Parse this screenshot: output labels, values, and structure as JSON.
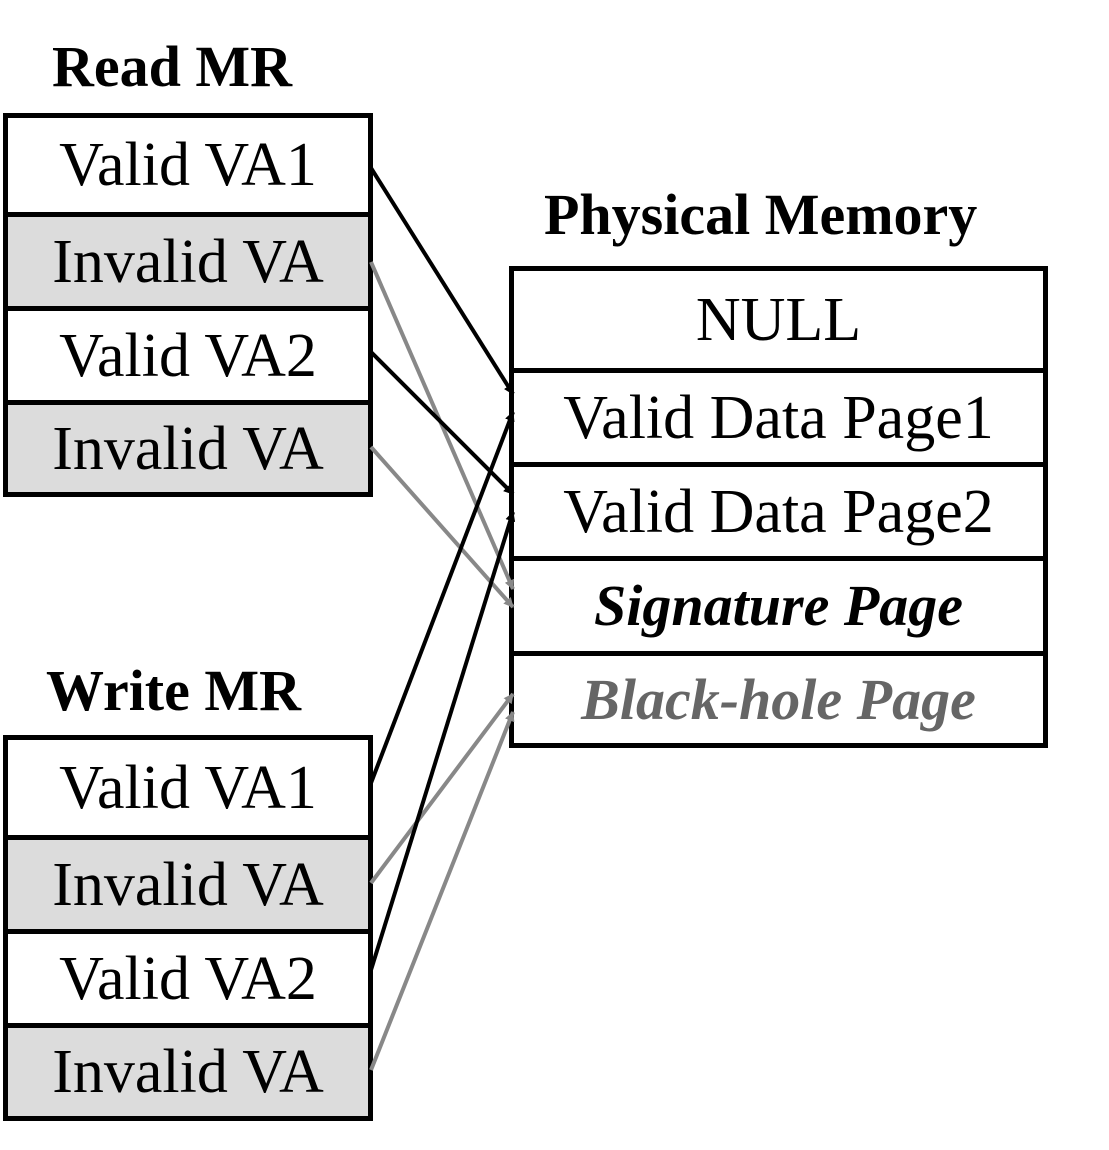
{
  "read_mr": {
    "title": "Read MR",
    "entries": [
      "Valid VA1",
      "Invalid VA",
      "Valid VA2",
      "Invalid VA"
    ]
  },
  "write_mr": {
    "title": "Write MR",
    "entries": [
      "Valid VA1",
      "Invalid VA",
      "Valid VA2",
      "Invalid VA"
    ]
  },
  "physical_memory": {
    "title": "Physical Memory",
    "pages": [
      "NULL",
      "Valid Data Page1",
      "Valid Data Page2",
      "Signature Page",
      "Black-hole Page"
    ]
  },
  "mappings": [
    {
      "from": "read_mr.0",
      "to": "physical_memory.1",
      "color": "#000000"
    },
    {
      "from": "read_mr.1",
      "to": "physical_memory.3",
      "color": "#888888"
    },
    {
      "from": "read_mr.2",
      "to": "physical_memory.2",
      "color": "#000000"
    },
    {
      "from": "read_mr.3",
      "to": "physical_memory.3",
      "color": "#888888"
    },
    {
      "from": "write_mr.0",
      "to": "physical_memory.1",
      "color": "#000000"
    },
    {
      "from": "write_mr.1",
      "to": "physical_memory.4",
      "color": "#888888"
    },
    {
      "from": "write_mr.2",
      "to": "physical_memory.2",
      "color": "#000000"
    },
    {
      "from": "write_mr.3",
      "to": "physical_memory.4",
      "color": "#888888"
    }
  ],
  "colors": {
    "invalid_fill": "#dcdcdc",
    "valid_arrow": "#000000",
    "invalid_arrow": "#888888",
    "black_hole_text": "#666666"
  }
}
